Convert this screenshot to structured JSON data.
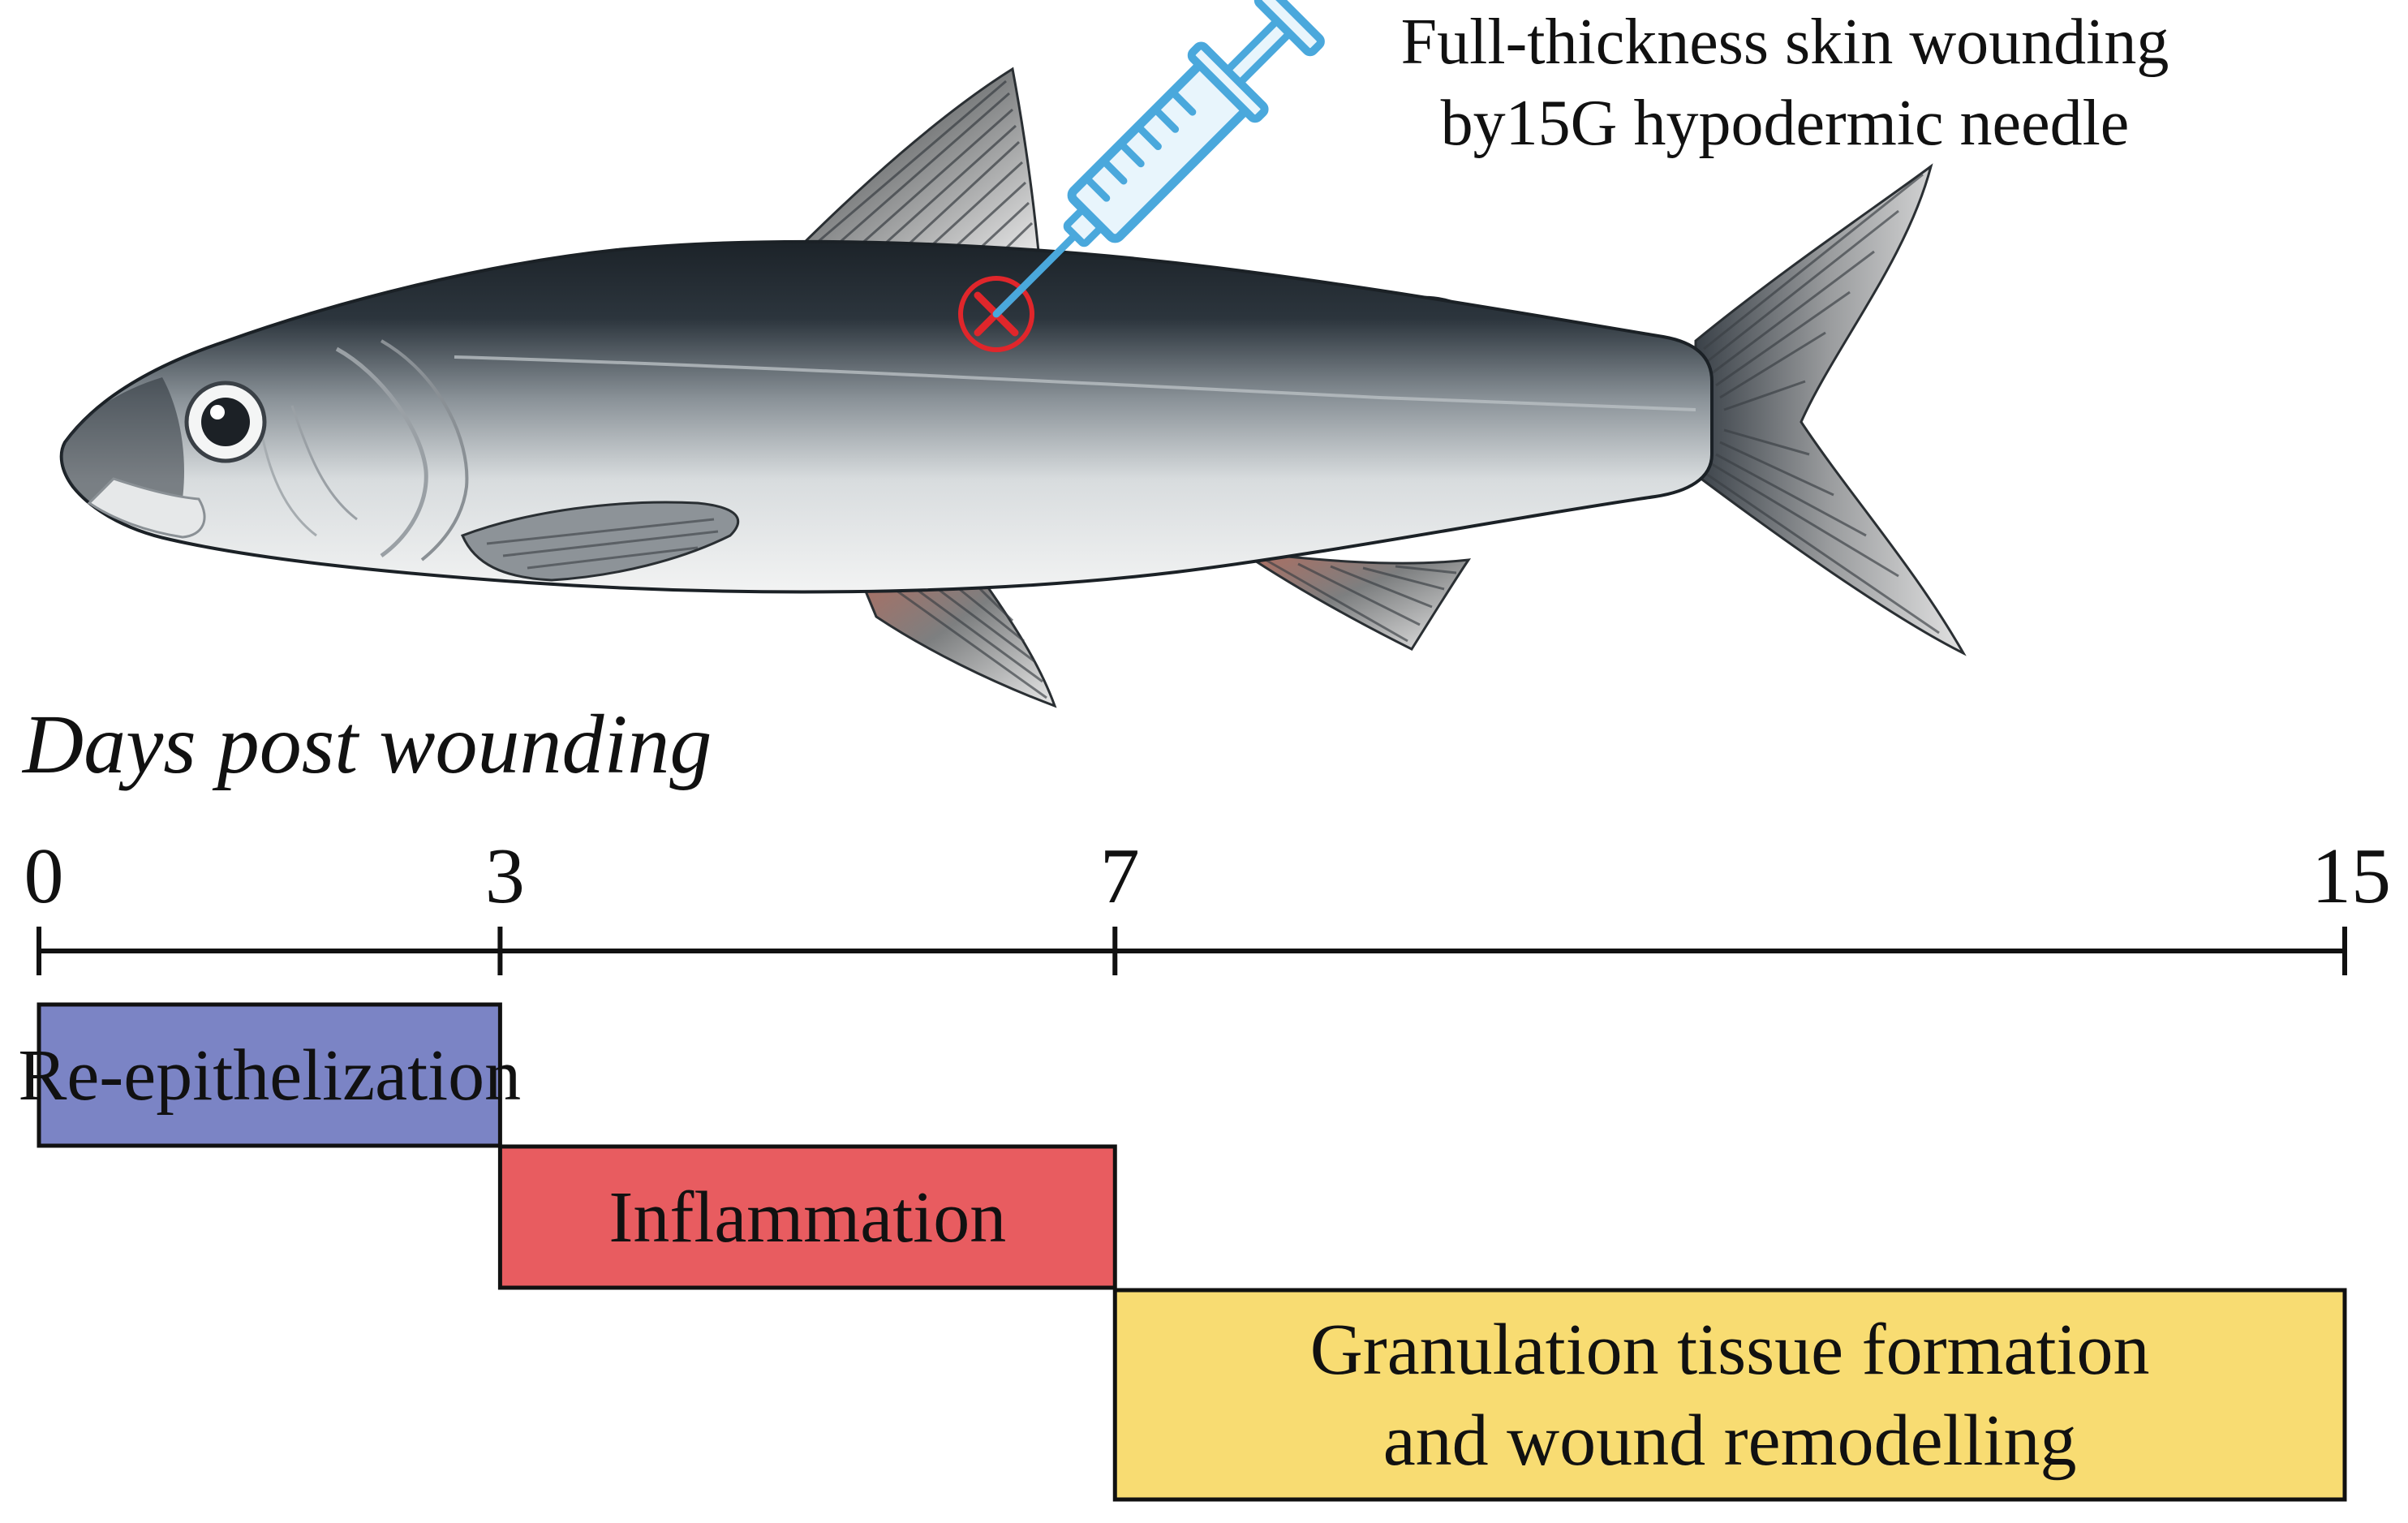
{
  "annotation": {
    "line1": "Full-thickness skin wounding",
    "line2": "by15G hypodermic needle"
  },
  "timeline": {
    "title": "Days post wounding",
    "ticks": [
      "0",
      "3",
      "7",
      "15"
    ]
  },
  "phases": [
    {
      "label_lines": [
        "Re-epithelization"
      ],
      "start": 0,
      "end": 3,
      "color": "#7b84c5"
    },
    {
      "label_lines": [
        "Inflammation"
      ],
      "start": 3,
      "end": 7,
      "color": "#e85c60"
    },
    {
      "label_lines": [
        "Granulation tissue formation",
        "and wound remodelling"
      ],
      "start": 7,
      "end": 15,
      "color": "#f8dc72"
    }
  ],
  "colors": {
    "syringe": "#4aa8dc",
    "wound_marker": "#e0262b",
    "fish_back": "#1f262d",
    "fish_belly": "#eef0f0"
  },
  "icons": [
    "fish-illustration",
    "syringe-icon",
    "wound-x-icon"
  ]
}
